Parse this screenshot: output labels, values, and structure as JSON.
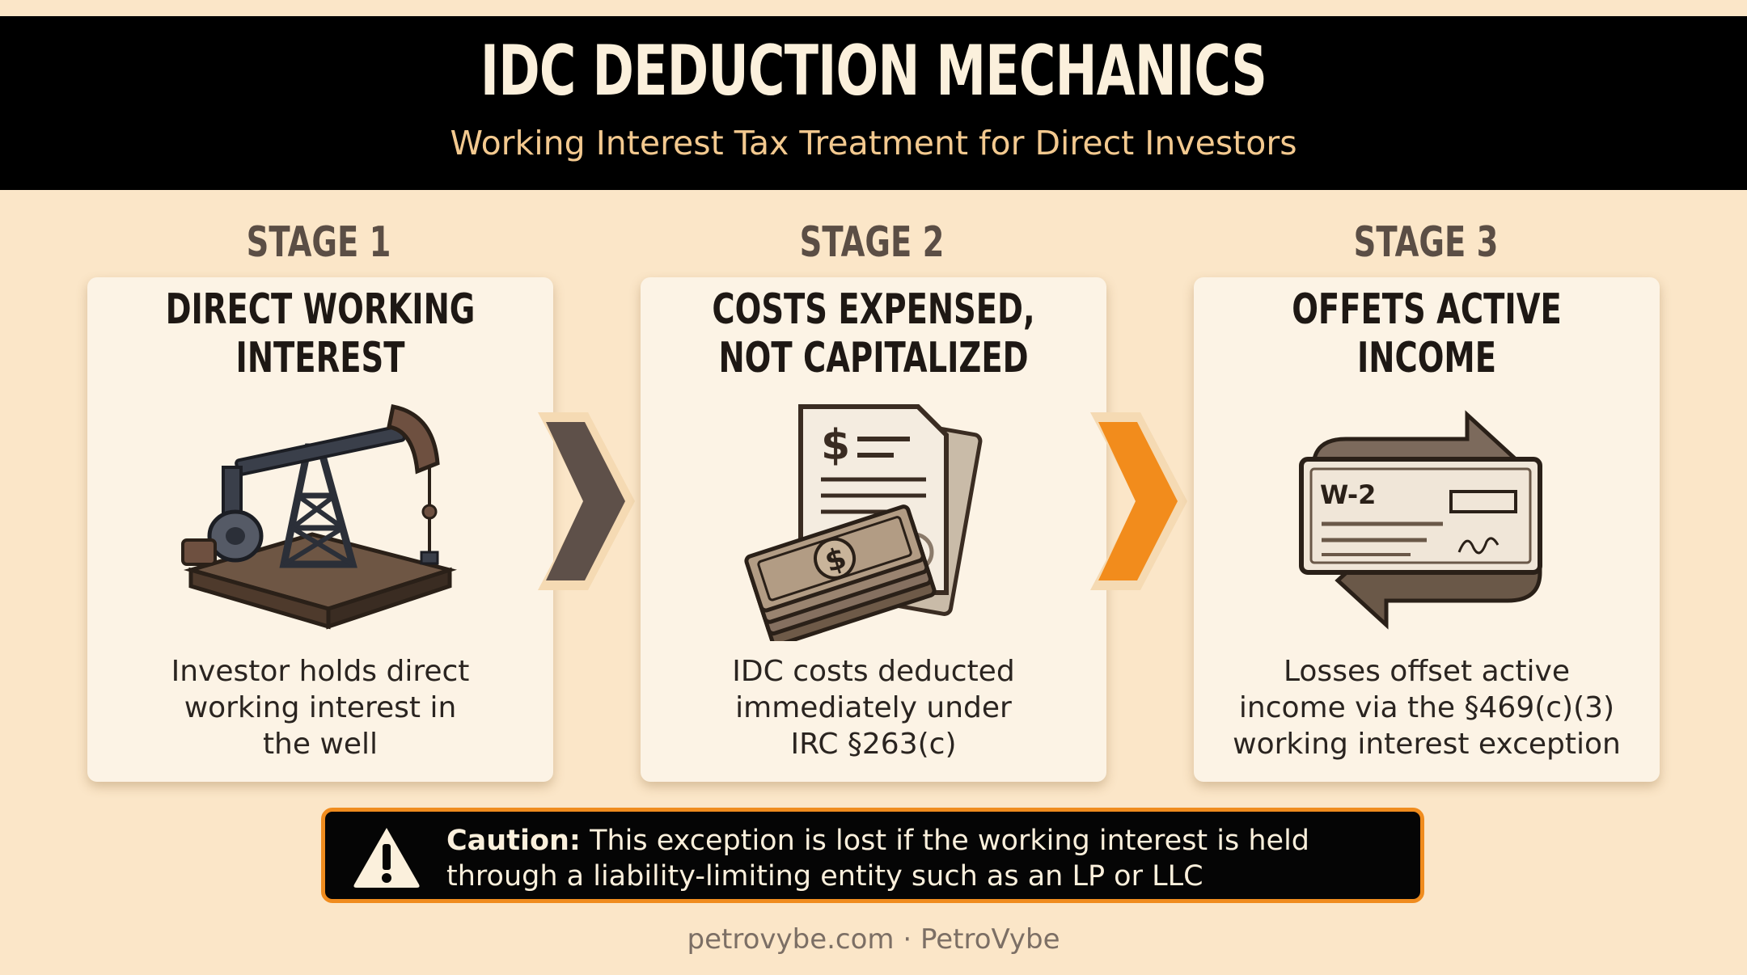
{
  "header": {
    "title": "IDC DEDUCTION MECHANICS",
    "subtitle": "Working Interest Tax Treatment for Direct Investors"
  },
  "stages": [
    {
      "label": "STAGE 1",
      "title_lines": [
        "DIRECT WORKING",
        "INTEREST"
      ],
      "icon": "oil-pumpjack-icon",
      "description_lines": [
        "Investor holds direct",
        "working interest in",
        "the well"
      ]
    },
    {
      "label": "STAGE 2",
      "title_lines": [
        "COSTS EXPENSED,",
        "NOT CAPITALIZED"
      ],
      "icon": "invoice-cash-icon",
      "description_lines": [
        "IDC costs deducted",
        "immediately under",
        "IRC §263(c)"
      ]
    },
    {
      "label": "STAGE 3",
      "title_lines": [
        "OFFETS ACTIVE",
        "INCOME"
      ],
      "icon": "w2-offset-icon",
      "w2_label": "W-2",
      "description_lines": [
        "Losses offset active",
        "income via the §469(c)(3)",
        "working interest exception"
      ]
    }
  ],
  "arrows": [
    {
      "icon": "chevron-right-icon",
      "color": "#5e5049"
    },
    {
      "icon": "chevron-right-icon",
      "color": "#f28c1c"
    }
  ],
  "caution": {
    "icon": "warning-triangle-icon",
    "label": "Caution:",
    "line1": "This exception is lost if the working interest is held",
    "line2": "through a liability-limiting entity such as an LP or LLC",
    "border_color": "#f08c1e"
  },
  "footer": {
    "text": "petrovybe.com · PetroVybe"
  },
  "colors": {
    "background": "#fbe6c8",
    "header_bg": "#000000",
    "title": "#fbf0dc",
    "subtitle": "#f3c98f",
    "card_bg": "#fcf3e5",
    "accent_orange": "#f28c1c"
  }
}
